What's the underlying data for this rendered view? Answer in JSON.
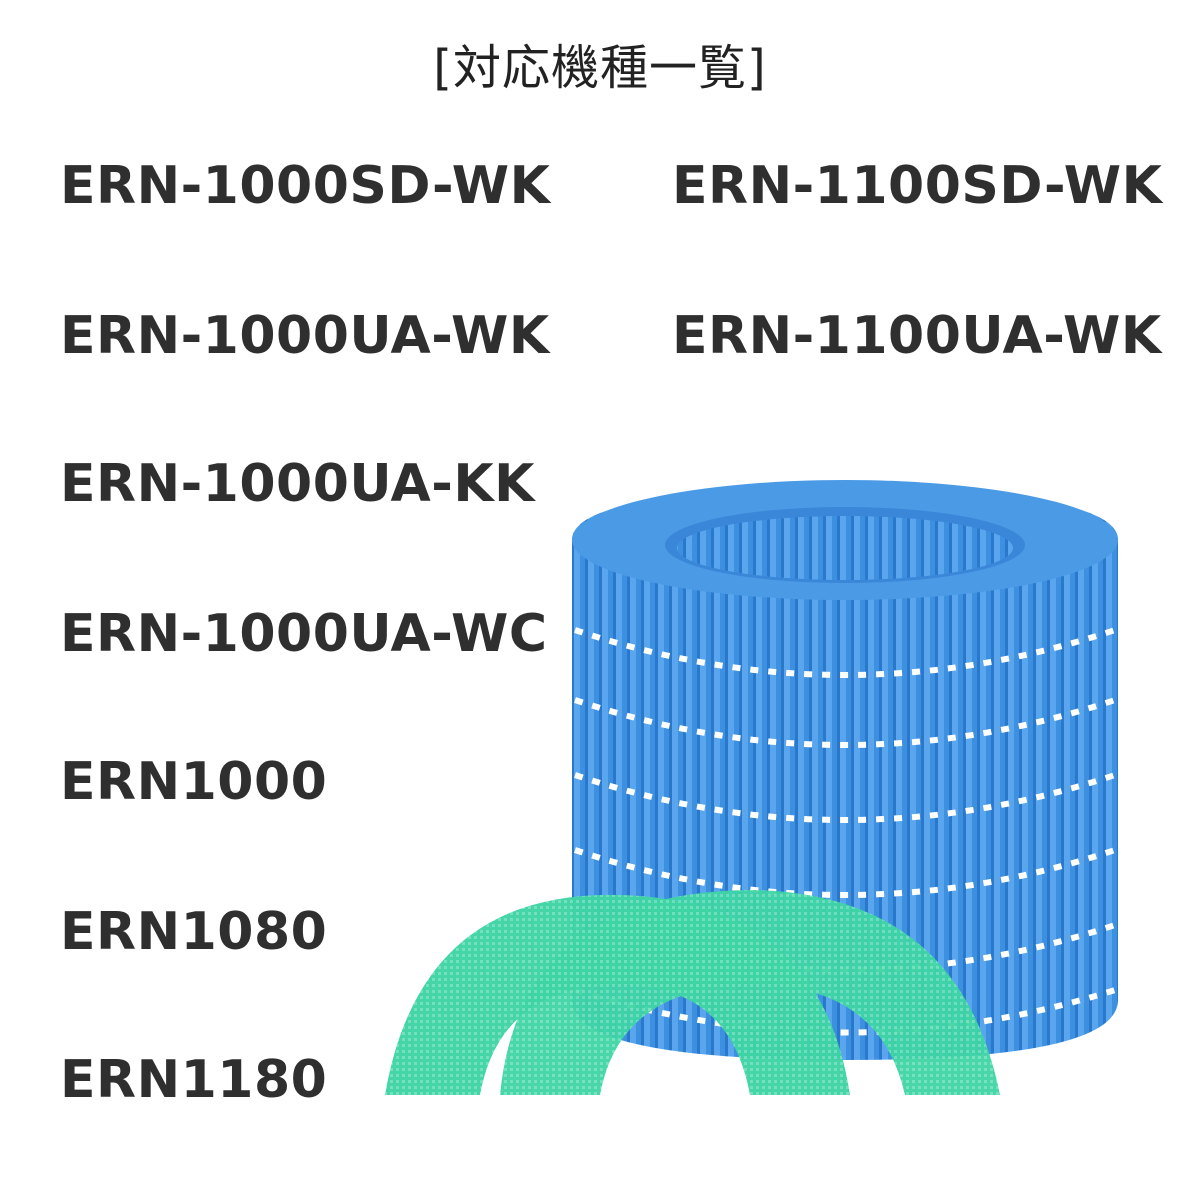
{
  "title": "[対応機種一覧]",
  "models": {
    "left": [
      "ERN-1000SD-WK",
      "ERN-1000UA-WK",
      "ERN-1000UA-KK",
      "ERN-1000UA-WC",
      "ERN1000",
      "ERN1080",
      "ERN1180"
    ],
    "right": [
      "ERN-1100SD-WK",
      "ERN-1100UA-WK"
    ]
  },
  "product_image": {
    "description": "blue pleated humidifier filter cylinder with two green arc filters",
    "colors": {
      "filter_blue": "#3d8fe0",
      "ring_white": "#ffffff",
      "arc_green": "#3fd4a4"
    }
  }
}
